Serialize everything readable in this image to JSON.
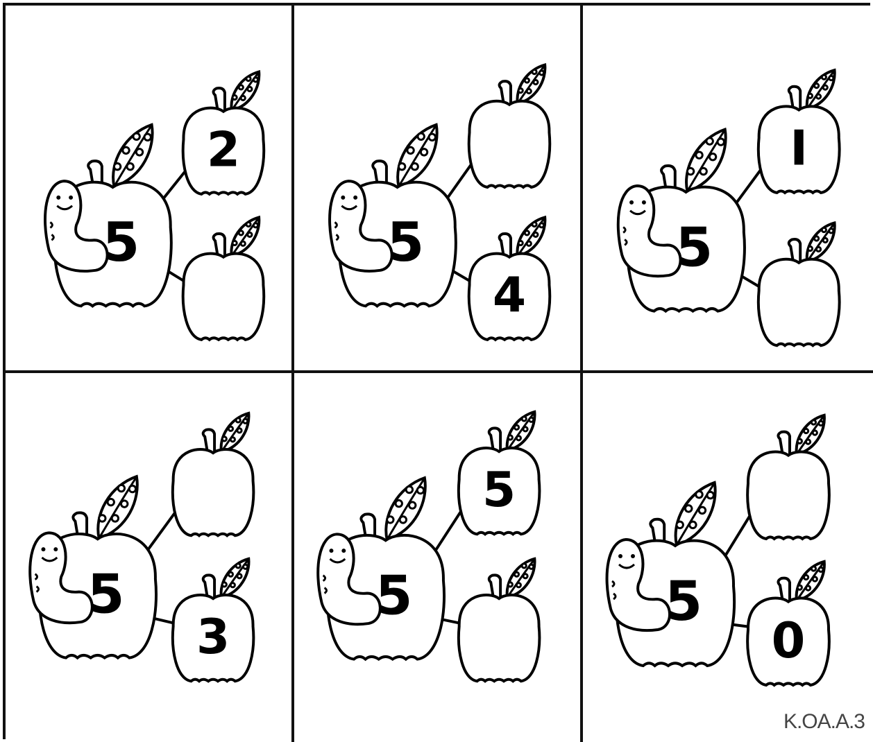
{
  "cards": [
    {
      "whole": "5",
      "part_top": "2",
      "part_bottom": ""
    },
    {
      "whole": "5",
      "part_top": "",
      "part_bottom": "4"
    },
    {
      "whole": "5",
      "part_top": "I",
      "part_bottom": ""
    },
    {
      "whole": "5",
      "part_top": "",
      "part_bottom": "3"
    },
    {
      "whole": "5",
      "part_top": "5",
      "part_bottom": ""
    },
    {
      "whole": "5",
      "part_top": "",
      "part_bottom": "0"
    }
  ],
  "footer": {
    "standard_code": "K.OA.A.3"
  },
  "colors": {
    "ink": "#000000",
    "paper": "#ffffff"
  },
  "icons": {
    "whole": "apple-with-worm-icon",
    "part": "apple-icon",
    "leaf": "spotted-leaf-icon"
  }
}
